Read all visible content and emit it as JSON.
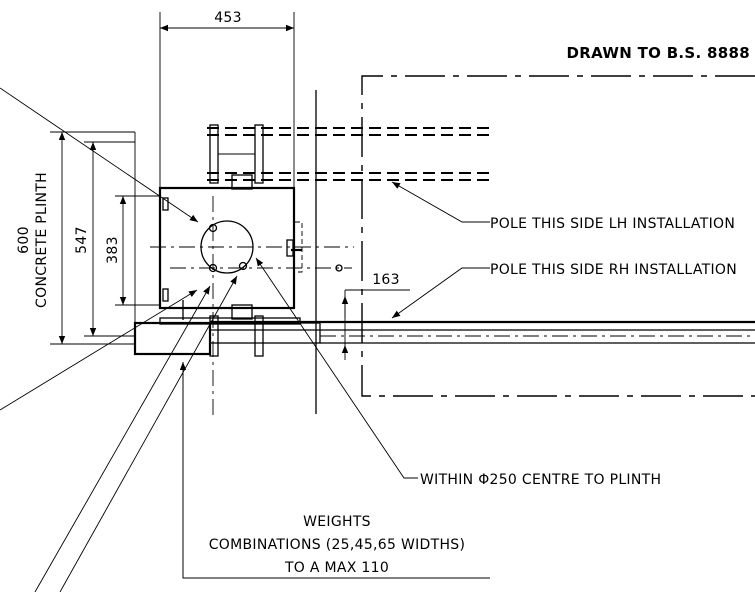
{
  "title_note": "DRAWN TO B.S. 8888",
  "dimensions": {
    "top_width": "453",
    "plinth_height": "600",
    "plinth_label": "CONCRETE PLINTH",
    "inner_height": "547",
    "box_height": "383",
    "offset": "163"
  },
  "callouts": {
    "lh": "POLE THIS SIDE LH INSTALLATION",
    "rh": "POLE THIS SIDE RH INSTALLATION",
    "within": "WITHIN Φ250 CENTRE TO PLINTH"
  },
  "weights_note": {
    "line1": "WEIGHTS",
    "line2": "COMBINATIONS (25,45,65 WIDTHS)",
    "line3": "TO A MAX 110"
  }
}
